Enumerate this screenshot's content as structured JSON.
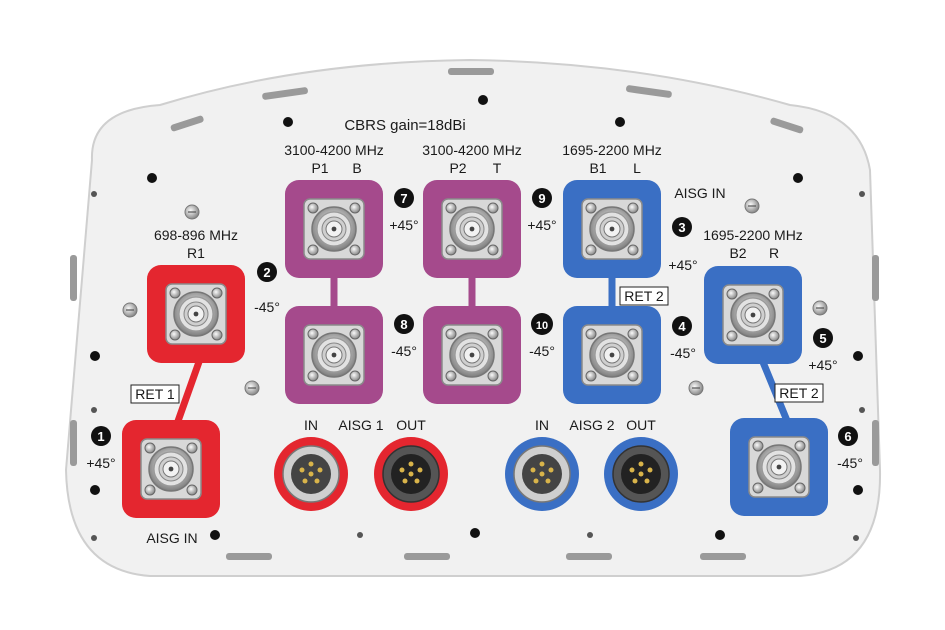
{
  "colors": {
    "panel": "#f1f1f1",
    "red": "#e4262f",
    "purple": "#a54a8c",
    "blue": "#3a6fc4",
    "badge": "#111111"
  },
  "header": {
    "cbrs": "CBRS gain=18dBi"
  },
  "bands": {
    "red": "698-896 MHz",
    "purple1": "3100-4200 MHz",
    "purple2": "3100-4200 MHz",
    "blue1": "1695-2200 MHz",
    "blue2": "1695-2200 MHz"
  },
  "ports": {
    "R1": "R1",
    "P1": "P1",
    "B": "B",
    "P2": "P2",
    "T": "T",
    "B1": "B1",
    "L": "L",
    "B2": "B2",
    "R": "R"
  },
  "badges": [
    "1",
    "2",
    "3",
    "4",
    "5",
    "6",
    "7",
    "8",
    "9",
    "10"
  ],
  "pol": {
    "p1": "+45°",
    "p2": "-45°",
    "p3": "+45°",
    "p4": "-45°",
    "p5": "+45°",
    "p6": "-45°",
    "p7": "+45°",
    "p8": "-45°",
    "p9": "+45°",
    "p10": "-45°"
  },
  "ret": {
    "ret1": "RET 1",
    "ret2a": "RET 2",
    "ret2b": "RET 2"
  },
  "aisg": {
    "in_left": "AISG  IN",
    "in_right": "AISG  IN",
    "aisg1_in": "IN",
    "aisg1": "AISG 1",
    "aisg1_out": "OUT",
    "aisg2_in": "IN",
    "aisg2": "AISG 2",
    "aisg2_out": "OUT"
  }
}
